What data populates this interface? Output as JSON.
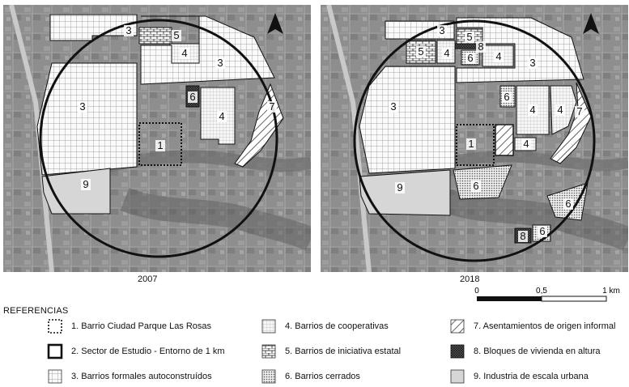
{
  "maps": [
    {
      "year": "2007",
      "zones": [
        {
          "id": "z07-3-top",
          "number": "3",
          "category": "3"
        },
        {
          "id": "z07-5",
          "number": "5",
          "category": "5"
        },
        {
          "id": "z07-4-top",
          "number": "4",
          "category": "4"
        },
        {
          "id": "z07-3-right",
          "number": "3",
          "category": "3"
        },
        {
          "id": "z07-3-left",
          "number": "3",
          "category": "3"
        },
        {
          "id": "z07-6",
          "number": "6",
          "category": "6"
        },
        {
          "id": "z07-4-mid",
          "number": "4",
          "category": "4"
        },
        {
          "id": "z07-1",
          "number": "1",
          "category": "1"
        },
        {
          "id": "z07-7",
          "number": "7",
          "category": "7"
        },
        {
          "id": "z07-9",
          "number": "9",
          "category": "9"
        }
      ]
    },
    {
      "year": "2018",
      "zones": [
        {
          "id": "z18-3-top",
          "number": "3",
          "category": "3"
        },
        {
          "id": "z18-5-a",
          "number": "5",
          "category": "5"
        },
        {
          "id": "z18-5-b",
          "number": "5",
          "category": "5"
        },
        {
          "id": "z18-8-a",
          "number": "8",
          "category": "8"
        },
        {
          "id": "z18-4-a",
          "number": "4",
          "category": "4"
        },
        {
          "id": "z18-6-a",
          "number": "6",
          "category": "6"
        },
        {
          "id": "z18-4-b",
          "number": "4",
          "category": "4"
        },
        {
          "id": "z18-3-right",
          "number": "3",
          "category": "3"
        },
        {
          "id": "z18-3-left",
          "number": "3",
          "category": "3"
        },
        {
          "id": "z18-6-b",
          "number": "6",
          "category": "6"
        },
        {
          "id": "z18-4-c",
          "number": "4",
          "category": "4"
        },
        {
          "id": "z18-4-d",
          "number": "4",
          "category": "4"
        },
        {
          "id": "z18-7",
          "number": "7",
          "category": "7"
        },
        {
          "id": "z18-1",
          "number": "1",
          "category": "1"
        },
        {
          "id": "z18-4-e",
          "number": "4",
          "category": "4"
        },
        {
          "id": "z18-9",
          "number": "9",
          "category": "9"
        },
        {
          "id": "z18-6-c",
          "number": "6",
          "category": "6"
        },
        {
          "id": "z18-6-d",
          "number": "6",
          "category": "6"
        },
        {
          "id": "z18-8-b",
          "number": "8",
          "category": "8"
        },
        {
          "id": "z18-6-e",
          "number": "6",
          "category": "6"
        }
      ]
    }
  ],
  "scale": {
    "labels": [
      "0",
      "0,5",
      "1 km"
    ]
  },
  "legend": {
    "title": "REFERENCIAS",
    "items": [
      {
        "id": "1",
        "label": "1. Barrio Ciudad Parque Las Rosas",
        "icon": "dotted-outline-icon"
      },
      {
        "id": "2",
        "label": "2. Sector de Estudio - Entorno de 1 km",
        "icon": "thick-outline-icon"
      },
      {
        "id": "3",
        "label": "3. Barrios formales autoconstruídos",
        "icon": "large-grid-icon"
      },
      {
        "id": "4",
        "label": "4. Barrios de cooperativas",
        "icon": "small-grid-icon"
      },
      {
        "id": "5",
        "label": "5. Barrios de iniciativa estatal",
        "icon": "brick-icon"
      },
      {
        "id": "6",
        "label": "6. Barrios cerrados",
        "icon": "dot-pattern-icon"
      },
      {
        "id": "7",
        "label": "7. Asentamientos de origen informal",
        "icon": "diagonal-hatch-icon"
      },
      {
        "id": "8",
        "label": "8. Bloques de vivienda en altura",
        "icon": "dark-crosshatch-icon"
      },
      {
        "id": "9",
        "label": "9. Industria de escala urbana",
        "icon": "light-gray-fill-icon"
      }
    ]
  },
  "colors": {
    "aerial": "#8e8e8e",
    "outline": "#111111",
    "industry": "#d6d6d6"
  }
}
